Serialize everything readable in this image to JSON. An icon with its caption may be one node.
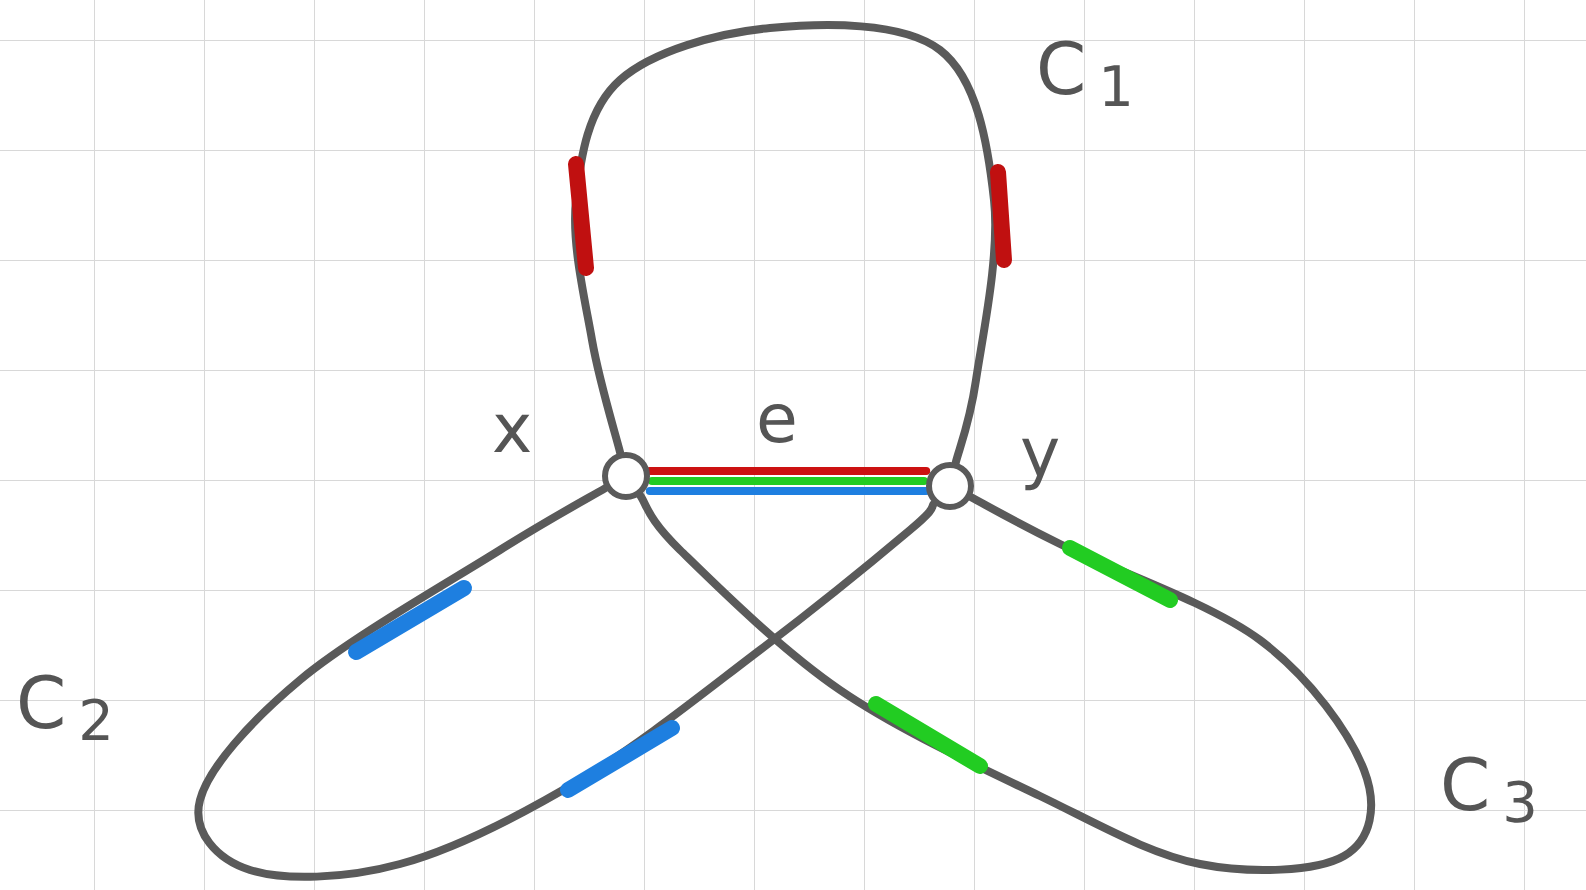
{
  "diagram": {
    "nodes": [
      {
        "text": [],
        "shape": "circle",
        "beside": [
          "x"
        ]
      },
      {
        "text": [],
        "shape": "circle",
        "beside": [
          "y"
        ]
      }
    ],
    "edges": [
      {
        "from": 0,
        "to": 1,
        "arrow": "none",
        "label": "e",
        "color": "#cc1111"
      },
      {
        "from": 0,
        "to": 1,
        "arrow": "none",
        "color": "#22cc22"
      },
      {
        "from": 0,
        "to": 1,
        "arrow": "none",
        "color": "#1e7fe0"
      },
      {
        "from": 0,
        "to": 1,
        "arrow": "none"
      },
      {
        "from": 0,
        "to": 1,
        "arrow": "none"
      },
      {
        "from": 1,
        "to": 0,
        "arrow": "none"
      }
    ],
    "labels": [
      "C$_{1}$",
      "C$_{2}$",
      "C$_{3}$"
    ]
  }
}
